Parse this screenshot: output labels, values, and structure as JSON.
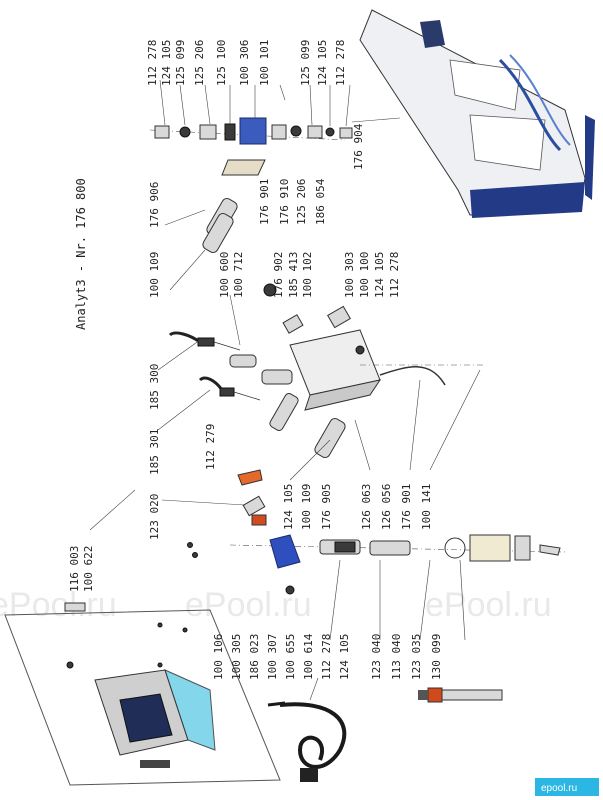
{
  "title": "Analyt3 - Nr. 176 800",
  "watermark": "ePool.ru",
  "brand_badge": "epool.ru",
  "labels": {
    "l112278a": "112 278",
    "l124105a": "124 105",
    "l125099a": "125 099",
    "l125206a": "125 206",
    "l125100": "125 100",
    "l100306": "100 306",
    "l100101": "100 101",
    "l125099b": "125 099",
    "l124105b": "124 105",
    "l112278b": "112 278",
    "l176904": "176 904",
    "l176906": "176 906",
    "l176901a": "176 901",
    "l176910": "176 910",
    "l125206b": "125 206",
    "l186054": "186 054",
    "l100109a": "100 109",
    "l100600": "100 600",
    "l100712": "100 712",
    "l176902": "176 902",
    "l185413": "185 413",
    "l100102": "100 102",
    "l100303": "100 303",
    "l100100": "100 100",
    "l124105c": "124 105",
    "l112278c": "112 278",
    "l185300": "185 300",
    "l185301": "185 301",
    "l112279": "112 279",
    "l124105d": "124 105",
    "l100109b": "100 109",
    "l176905": "176 905",
    "l126063": "126 063",
    "l126056": "126 056",
    "l176901b": "176 901",
    "l100141": "100 141",
    "l116003": "116 003",
    "l100622": "100 622",
    "l123020": "123 020",
    "l100106": "100 106",
    "l100305": "100 305",
    "l186023": "186 023",
    "l100307": "100 307",
    "l100655": "100 655",
    "l100614": "100 614",
    "l112278d": "112 278",
    "l124105e": "124 105",
    "l123040": "123 040",
    "l113040": "113 040",
    "l123035": "123 035",
    "l130099": "130 099"
  }
}
